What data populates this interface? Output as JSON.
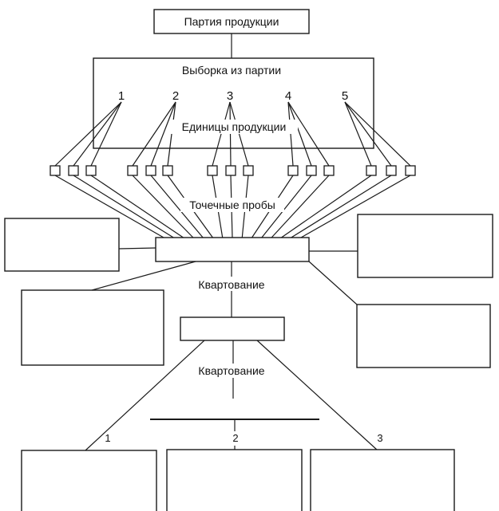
{
  "title_box": {
    "label": "Партия продукции"
  },
  "sample_box": {
    "label": "Выборка из партии",
    "units_label": "Единицы продукции",
    "unit_numbers": [
      "1",
      "2",
      "3",
      "4",
      "5"
    ]
  },
  "point_samples": {
    "label": "Точечные пробы",
    "per_unit": 3,
    "unit_count": 5
  },
  "combined_sample_box": {
    "label": ""
  },
  "quartering_1": {
    "label": "Квартование"
  },
  "reduced_sample_box": {
    "label": ""
  },
  "quartering_2": {
    "label": "Квартование"
  },
  "side_boxes": {
    "left_top": {
      "label": ""
    },
    "left_bottom": {
      "label": ""
    },
    "right_top": {
      "label": ""
    },
    "right_bottom": {
      "label": ""
    }
  },
  "final_samples": {
    "numbers": [
      "1",
      "2",
      "3"
    ],
    "boxes": [
      {
        "label": ""
      },
      {
        "label": ""
      },
      {
        "label": ""
      }
    ]
  }
}
